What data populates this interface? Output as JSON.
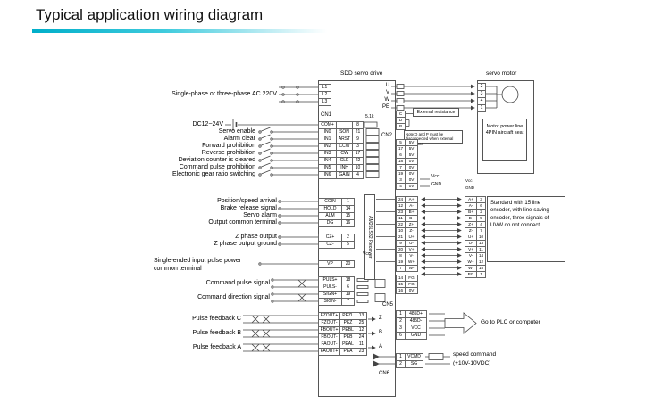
{
  "header": {
    "title": "Typical application wiring diagram"
  },
  "labels": {
    "drive": "SDD servo drive",
    "motor": "servo motor",
    "ac_input": "Single-phase or three-phase AC 220V",
    "dc_input": "DC12~24V",
    "cn1": "CN1",
    "cn2": "CN2",
    "cn5": "CN5",
    "cn6": "CN6",
    "r_pullup": "5.1k",
    "vcc": "Vcc",
    "gnd": "GND",
    "receiver": "AM26LS32 Receiver",
    "ext_res": "External resistance",
    "ext_res_note": "Note:D and P must be disconnected when external resistance",
    "motor_power_note": "Motor power line 4PIN aircraft seat",
    "encoder_note": "Standard with 15 line encoder, with line-saving encoder, three signals of UVW do not connect.",
    "plc": "Go to PLC or computer",
    "speed1": "speed command",
    "speed2": "(+10V-10VDC)"
  },
  "left_labels": {
    "inputs": [
      "Servo enable",
      "Alarm clear",
      "Forward prohibition",
      "Reverse prohibition",
      "Deviation counter is cleared",
      "Command pulse prohibition",
      "Electronic gear ratio switching"
    ],
    "outputs": [
      "Position/speed arrival",
      "Brake release signal",
      "Servo alarm",
      "Output common terminal"
    ],
    "z": [
      "Z phase output",
      "Z phase output ground"
    ],
    "vp1": "Single-ended input pulse power",
    "vp2": "common terminal",
    "pulse": [
      "Command pulse signal",
      "Command direction signal"
    ],
    "feedback": [
      "Pulse feedback C",
      "Pulse feedback B",
      "Pulse feedback A"
    ]
  },
  "power_rows": [
    "L1",
    "L2",
    "L3"
  ],
  "cn1_rows": [
    [
      "COM+",
      "",
      "8"
    ],
    [
      "IN0",
      "SON",
      "21"
    ],
    [
      "IN1",
      "ARST",
      "9"
    ],
    [
      "IN2",
      "CCW",
      "3"
    ],
    [
      "IN3",
      "CW",
      "17"
    ],
    [
      "IN4",
      "CLE",
      "22"
    ],
    [
      "IN5",
      "INH",
      "10"
    ],
    [
      "IN6",
      "GAIN",
      "4"
    ]
  ],
  "out_rows": [
    [
      "COIN",
      "1"
    ],
    [
      "HOLD",
      "14"
    ],
    [
      "ALM",
      "15"
    ],
    [
      "DG",
      "16"
    ]
  ],
  "cz_rows": [
    [
      "CZ+",
      "2"
    ],
    [
      "CZ-",
      "5"
    ]
  ],
  "vp_rows": [
    [
      "VP",
      "20"
    ]
  ],
  "pulse_rows": [
    [
      "PULS+",
      "18"
    ],
    [
      "PULS-",
      "6"
    ],
    [
      "SIGN+",
      "19"
    ],
    [
      "SIGN-",
      "7"
    ]
  ],
  "fb_rows": [
    [
      "FZOUT+",
      "PEZL",
      "13"
    ],
    [
      "FZOUT-",
      "PEZ",
      "25"
    ],
    [
      "FBOUT+",
      "PEBL",
      "12"
    ],
    [
      "FBOUT-",
      "PEB",
      "24"
    ],
    [
      "FAOUT-",
      "PEAL",
      "11"
    ],
    [
      "FAOUT+",
      "PEA",
      "23"
    ]
  ],
  "fb_phases": [
    "Z",
    "B",
    "A"
  ],
  "uvw": [
    "U",
    "V",
    "W",
    "PE"
  ],
  "motor_pins": [
    "2",
    "3",
    "4",
    "1"
  ],
  "ext_res_pins": [
    "C",
    "D",
    "P"
  ],
  "cn2_power_rows": [
    [
      "5",
      "5V"
    ],
    [
      "17",
      "5V"
    ],
    [
      "6",
      "5V"
    ],
    [
      "18",
      "0V"
    ],
    [
      "7",
      "0V"
    ],
    [
      "19",
      "0V"
    ],
    [
      "3",
      "0V"
    ],
    [
      "4",
      "0V"
    ]
  ],
  "enc_drive_rows": [
    [
      "24",
      "A+"
    ],
    [
      "12",
      "A-"
    ],
    [
      "23",
      "B+"
    ],
    [
      "11",
      "B-"
    ],
    [
      "22",
      "Z+"
    ],
    [
      "10",
      "Z-"
    ],
    [
      "21",
      "U+"
    ],
    [
      "9",
      "U-"
    ],
    [
      "20",
      "V+"
    ],
    [
      "8",
      "V-"
    ],
    [
      "19",
      "W+"
    ],
    [
      "7",
      "W-"
    ]
  ],
  "fg_rows": [
    [
      "14",
      "FG"
    ],
    [
      "15",
      "FG"
    ],
    [
      "16",
      "0V"
    ]
  ],
  "enc_motor_rows": [
    [
      "A+",
      "3"
    ],
    [
      "A-",
      "6"
    ],
    [
      "B+",
      "2"
    ],
    [
      "B-",
      "5"
    ],
    [
      "Z+",
      "4"
    ],
    [
      "Z-",
      "7"
    ],
    [
      "U+",
      "10"
    ],
    [
      "U-",
      "13"
    ],
    [
      "V+",
      "11"
    ],
    [
      "V-",
      "14"
    ],
    [
      "W+",
      "12"
    ],
    [
      "W-",
      "15"
    ],
    [
      "PG",
      "1"
    ]
  ],
  "cn5_rows": [
    [
      "1",
      "485D+"
    ],
    [
      "2",
      "485D-"
    ],
    [
      "3",
      "VCC"
    ],
    [
      "6",
      "GND"
    ]
  ],
  "cn6_rows": [
    [
      "1",
      "VCMD"
    ],
    [
      "2",
      "SG"
    ]
  ]
}
